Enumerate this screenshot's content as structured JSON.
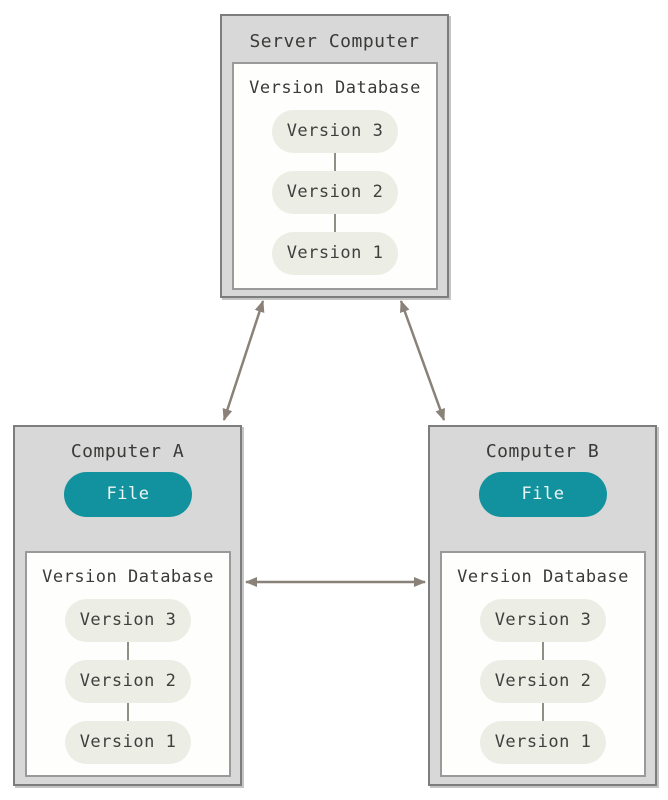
{
  "diagram": {
    "description": "Centralized/distributed version control diagram with server and two client computers"
  },
  "server": {
    "title": "Server Computer",
    "database": {
      "title": "Version Database",
      "versions": [
        "Version 3",
        "Version 2",
        "Version 1"
      ]
    }
  },
  "computer_a": {
    "title": "Computer A",
    "file_label": "File",
    "database": {
      "title": "Version Database",
      "versions": [
        "Version 3",
        "Version 2",
        "Version 1"
      ]
    }
  },
  "computer_b": {
    "title": "Computer B",
    "file_label": "File",
    "database": {
      "title": "Version Database",
      "versions": [
        "Version 3",
        "Version 2",
        "Version 1"
      ]
    }
  },
  "colors": {
    "outer_box_fill": "#d8d8d8",
    "outer_box_border": "#7d7d7d",
    "inner_box_fill": "#fefefc",
    "inner_box_border": "#9a9a9a",
    "version_pill_fill": "#ecede5",
    "file_pill_fill": "#12929e",
    "file_pill_text": "#eef6f5",
    "text": "#3a3a38",
    "arrow": "#8a8178"
  },
  "icons": {
    "arrow_server_a": "bidirectional-arrow",
    "arrow_server_b": "bidirectional-arrow",
    "arrow_a_b": "bidirectional-arrow",
    "arrow_db_to_file_a": "up-arrow",
    "arrow_db_to_file_b": "up-arrow"
  }
}
